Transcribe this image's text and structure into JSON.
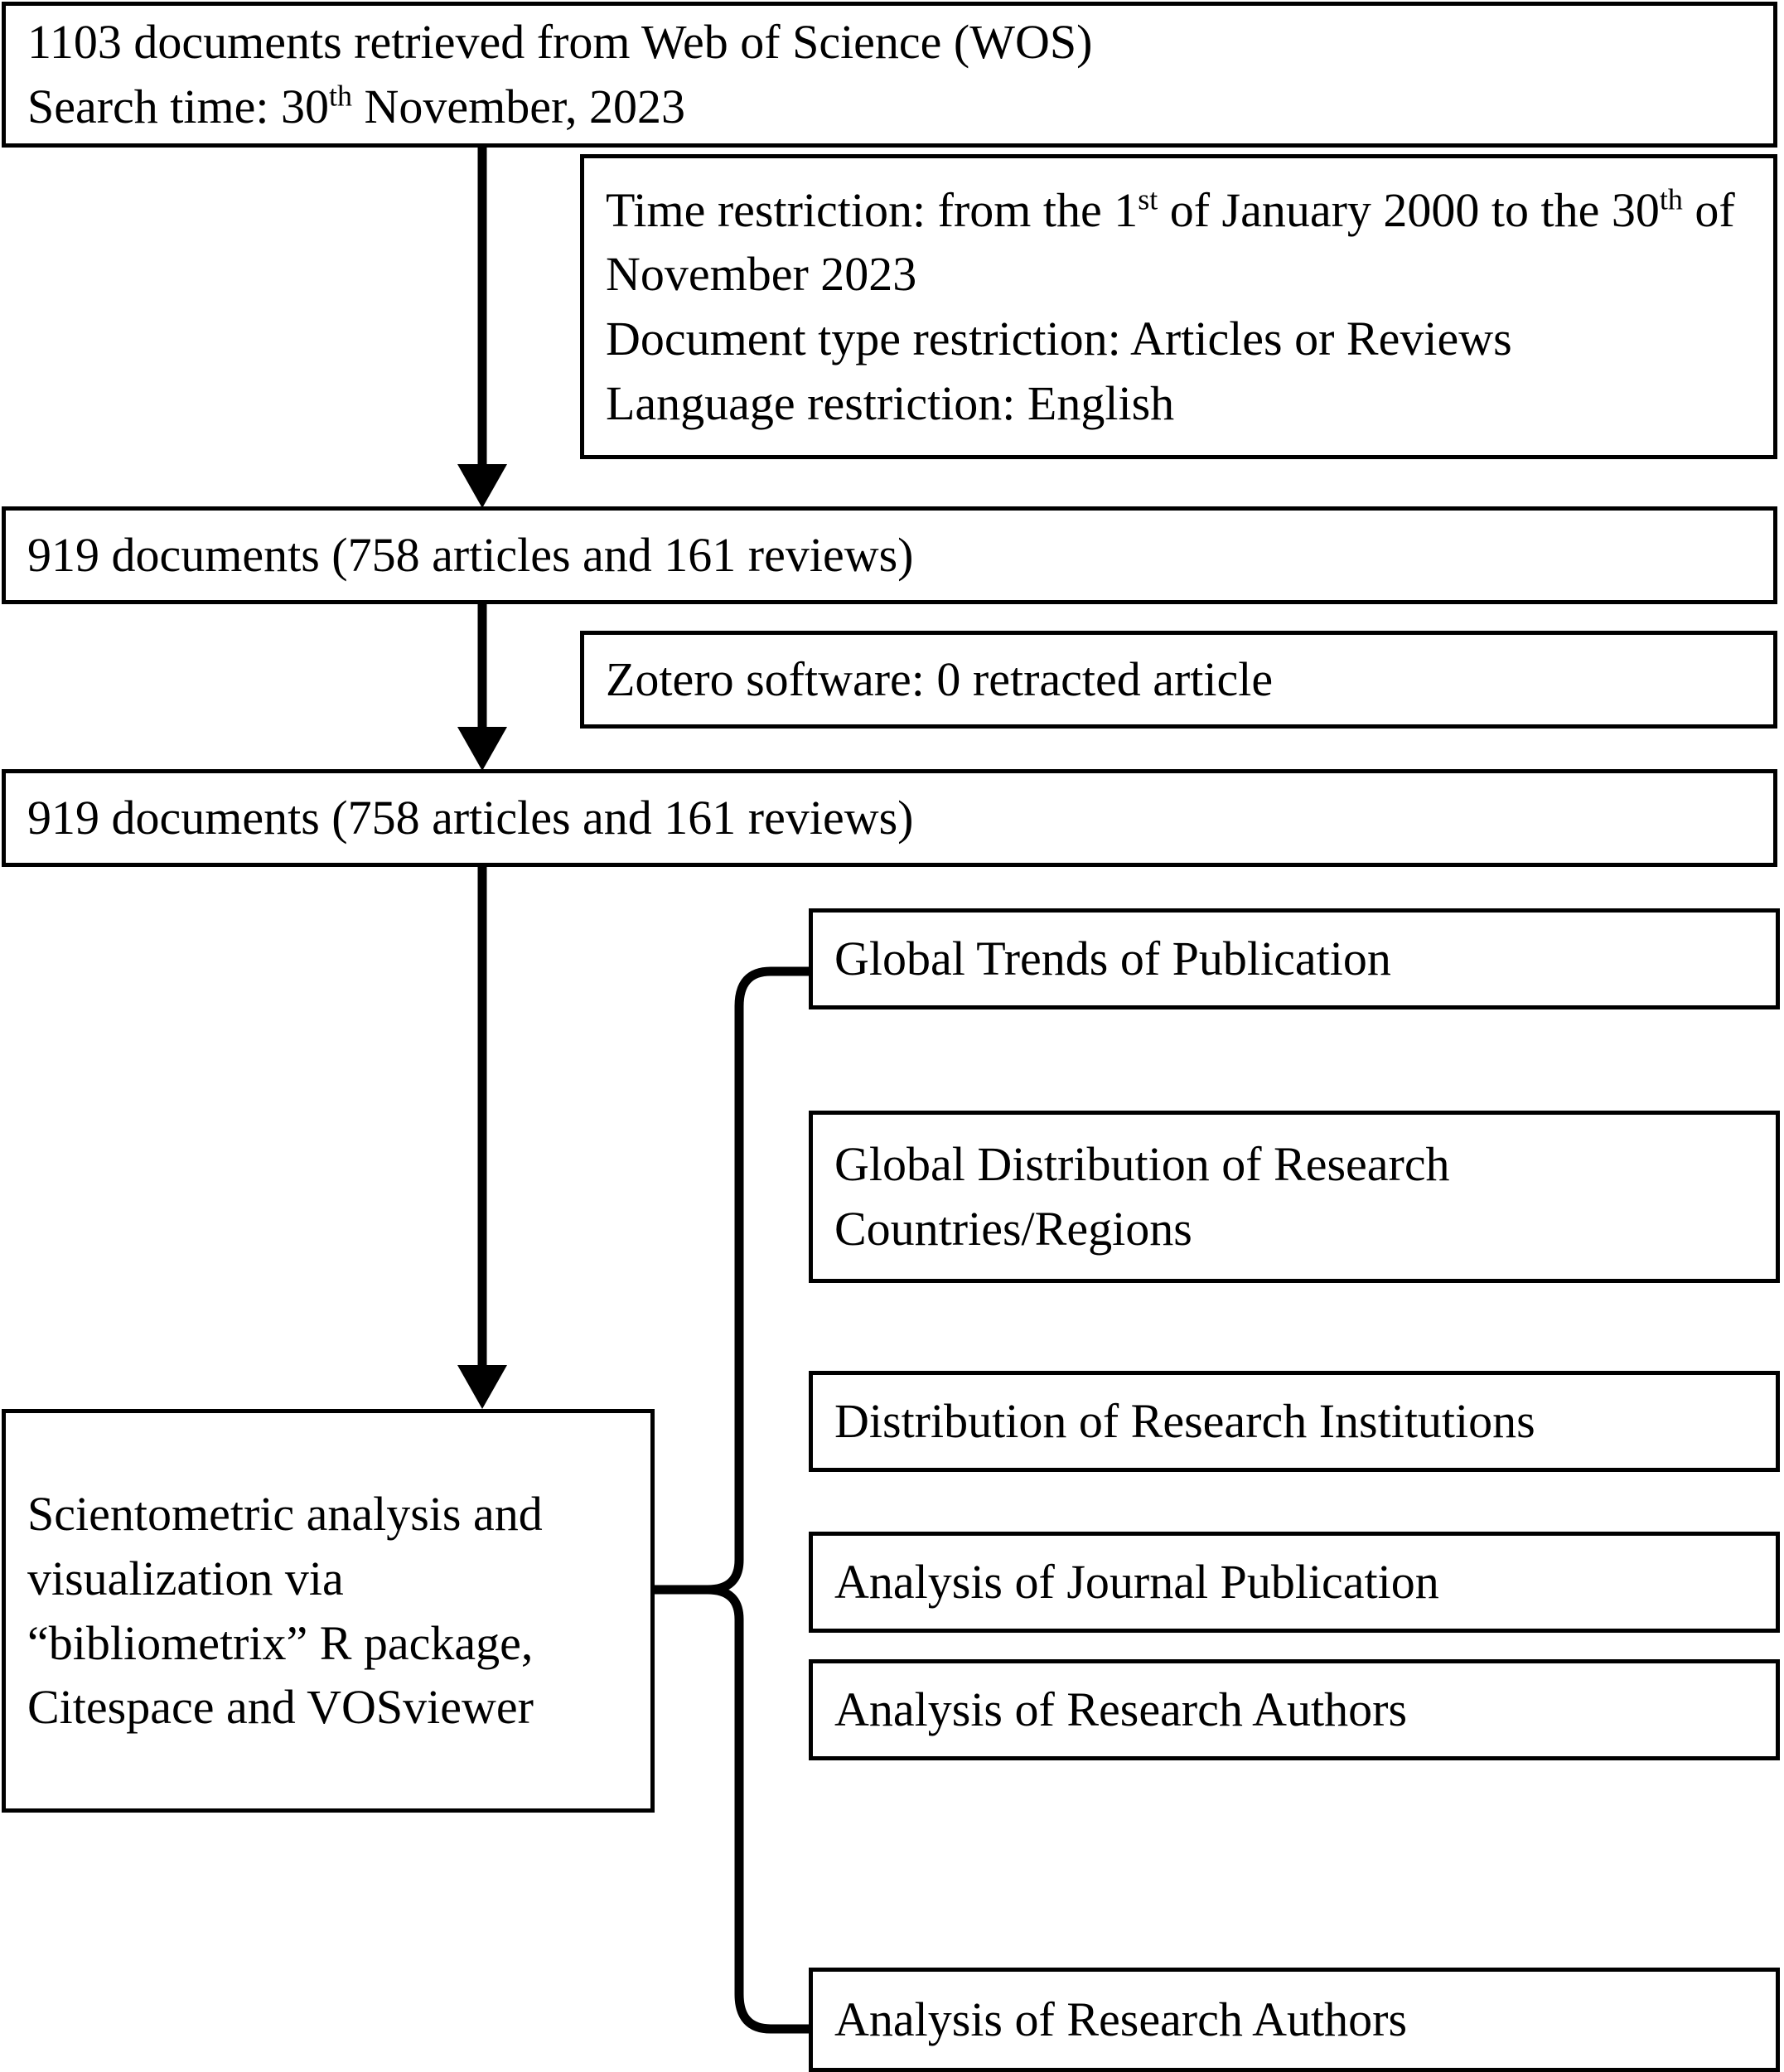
{
  "diagram": {
    "type": "flowchart",
    "title": "Bibliometric study selection and analysis workflow",
    "orientation": "top-to-bottom",
    "line_color": "#000000",
    "box_fill": "#ffffff",
    "text_color": "#000000"
  },
  "main_flow": {
    "retrieved": {
      "line1": "1103 documents retrieved from Web of Science (WOS)",
      "line2_prefix": "Search time: 30",
      "line2_sup": "th",
      "line2_suffix": " November, 2023"
    },
    "documents_1": "919 documents (758 articles and 161 reviews)",
    "documents_2": "919 documents (758 articles and 161 reviews)",
    "method": "Scientometric analysis and visualization via “bibliometrix” R package, Citespace and VOSviewer"
  },
  "filters": {
    "restriction": {
      "time_prefix": "Time restriction: from the 1",
      "time_sup": "st",
      "time_mid": " of January 2000 to the 30",
      "time_sup2": "th",
      "time_suffix": " of November 2023",
      "document_type": "Document type restriction: Articles or Reviews",
      "language": "Language restriction: English"
    },
    "zotero": "Zotero software: 0 retracted article"
  },
  "analysis_branches": [
    {
      "id": "global-trends-of-publication",
      "label": "Global Trends of Publication"
    },
    {
      "id": "global-distribution-of-research-countries-regions",
      "label": "Global Distribution of Research Countries/Regions"
    },
    {
      "id": "distribution-of-research-institutions",
      "label": "Distribution of Research Institutions"
    },
    {
      "id": "analysis-of-journal-publication",
      "label": "Analysis of Journal Publication"
    },
    {
      "id": "analysis-of-research-authors-1",
      "label": "Analysis of Research Authors"
    },
    {
      "id": "analysis-of-research-authors-2",
      "label": "Analysis of Research Authors"
    }
  ],
  "connectors": {
    "arrow_1_label": "retrieved-to-documents-1",
    "arrow_2_label": "documents-1-to-documents-2",
    "arrow_3_label": "documents-2-to-method",
    "brace_label": "method-to-analysis-branches"
  }
}
